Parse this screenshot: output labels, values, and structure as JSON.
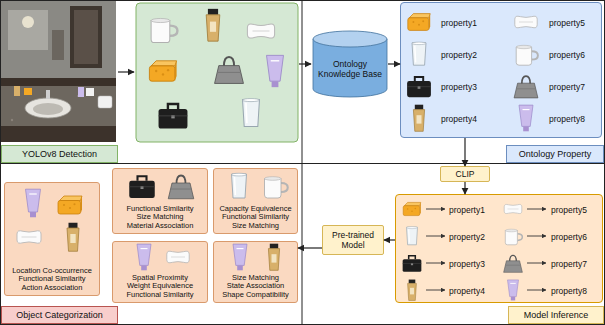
{
  "diagram": {
    "nodes": [
      {
        "text": [
          "YOLOv8 Detection"
        ]
      },
      {
        "text": [
          "Ontology Knowledge Base"
        ]
      },
      {
        "text": [
          "property1",
          "property5",
          "property2",
          "property6",
          "property3",
          "property7",
          "property4",
          "property8"
        ]
      },
      {
        "text": [
          "Ontology Property"
        ]
      },
      {
        "text": [
          "CLIP"
        ]
      },
      {
        "text": [
          "property1",
          "property5",
          "property2",
          "property6",
          "property3",
          "property7",
          "property4",
          "property8"
        ]
      },
      {
        "text": [
          "Pre-trained Model"
        ]
      },
      {
        "text": [
          "Model Inference"
        ]
      },
      {
        "text": [
          "Object Categorization"
        ]
      },
      {
        "text": [
          "Location Co-occurrence",
          "Functional Similarity",
          "Action Association"
        ]
      },
      {
        "text": [
          "Functional Similarity",
          "Size Matching",
          "Material Association"
        ]
      },
      {
        "text": [
          "Capacity Equivalence",
          "Functional Similarity",
          "Size Matching"
        ]
      },
      {
        "text": [
          "Spatial Proximity",
          "Weight Equivalence",
          "Functional Similarity"
        ]
      },
      {
        "text": [
          "Size Matching",
          "State Association",
          "Shape Compatibility"
        ]
      }
    ],
    "edges": [
      {
        "from": 1,
        "to": 2,
        "arrow": "to"
      },
      {
        "from": 2,
        "to": 4,
        "arrow": "to"
      },
      {
        "from": 4,
        "to": 5,
        "arrow": "to"
      },
      {
        "from": 5,
        "to": 6,
        "arrow": "to"
      },
      {
        "from": 6,
        "to": 13,
        "arrow": "to"
      }
    ]
  }
}
